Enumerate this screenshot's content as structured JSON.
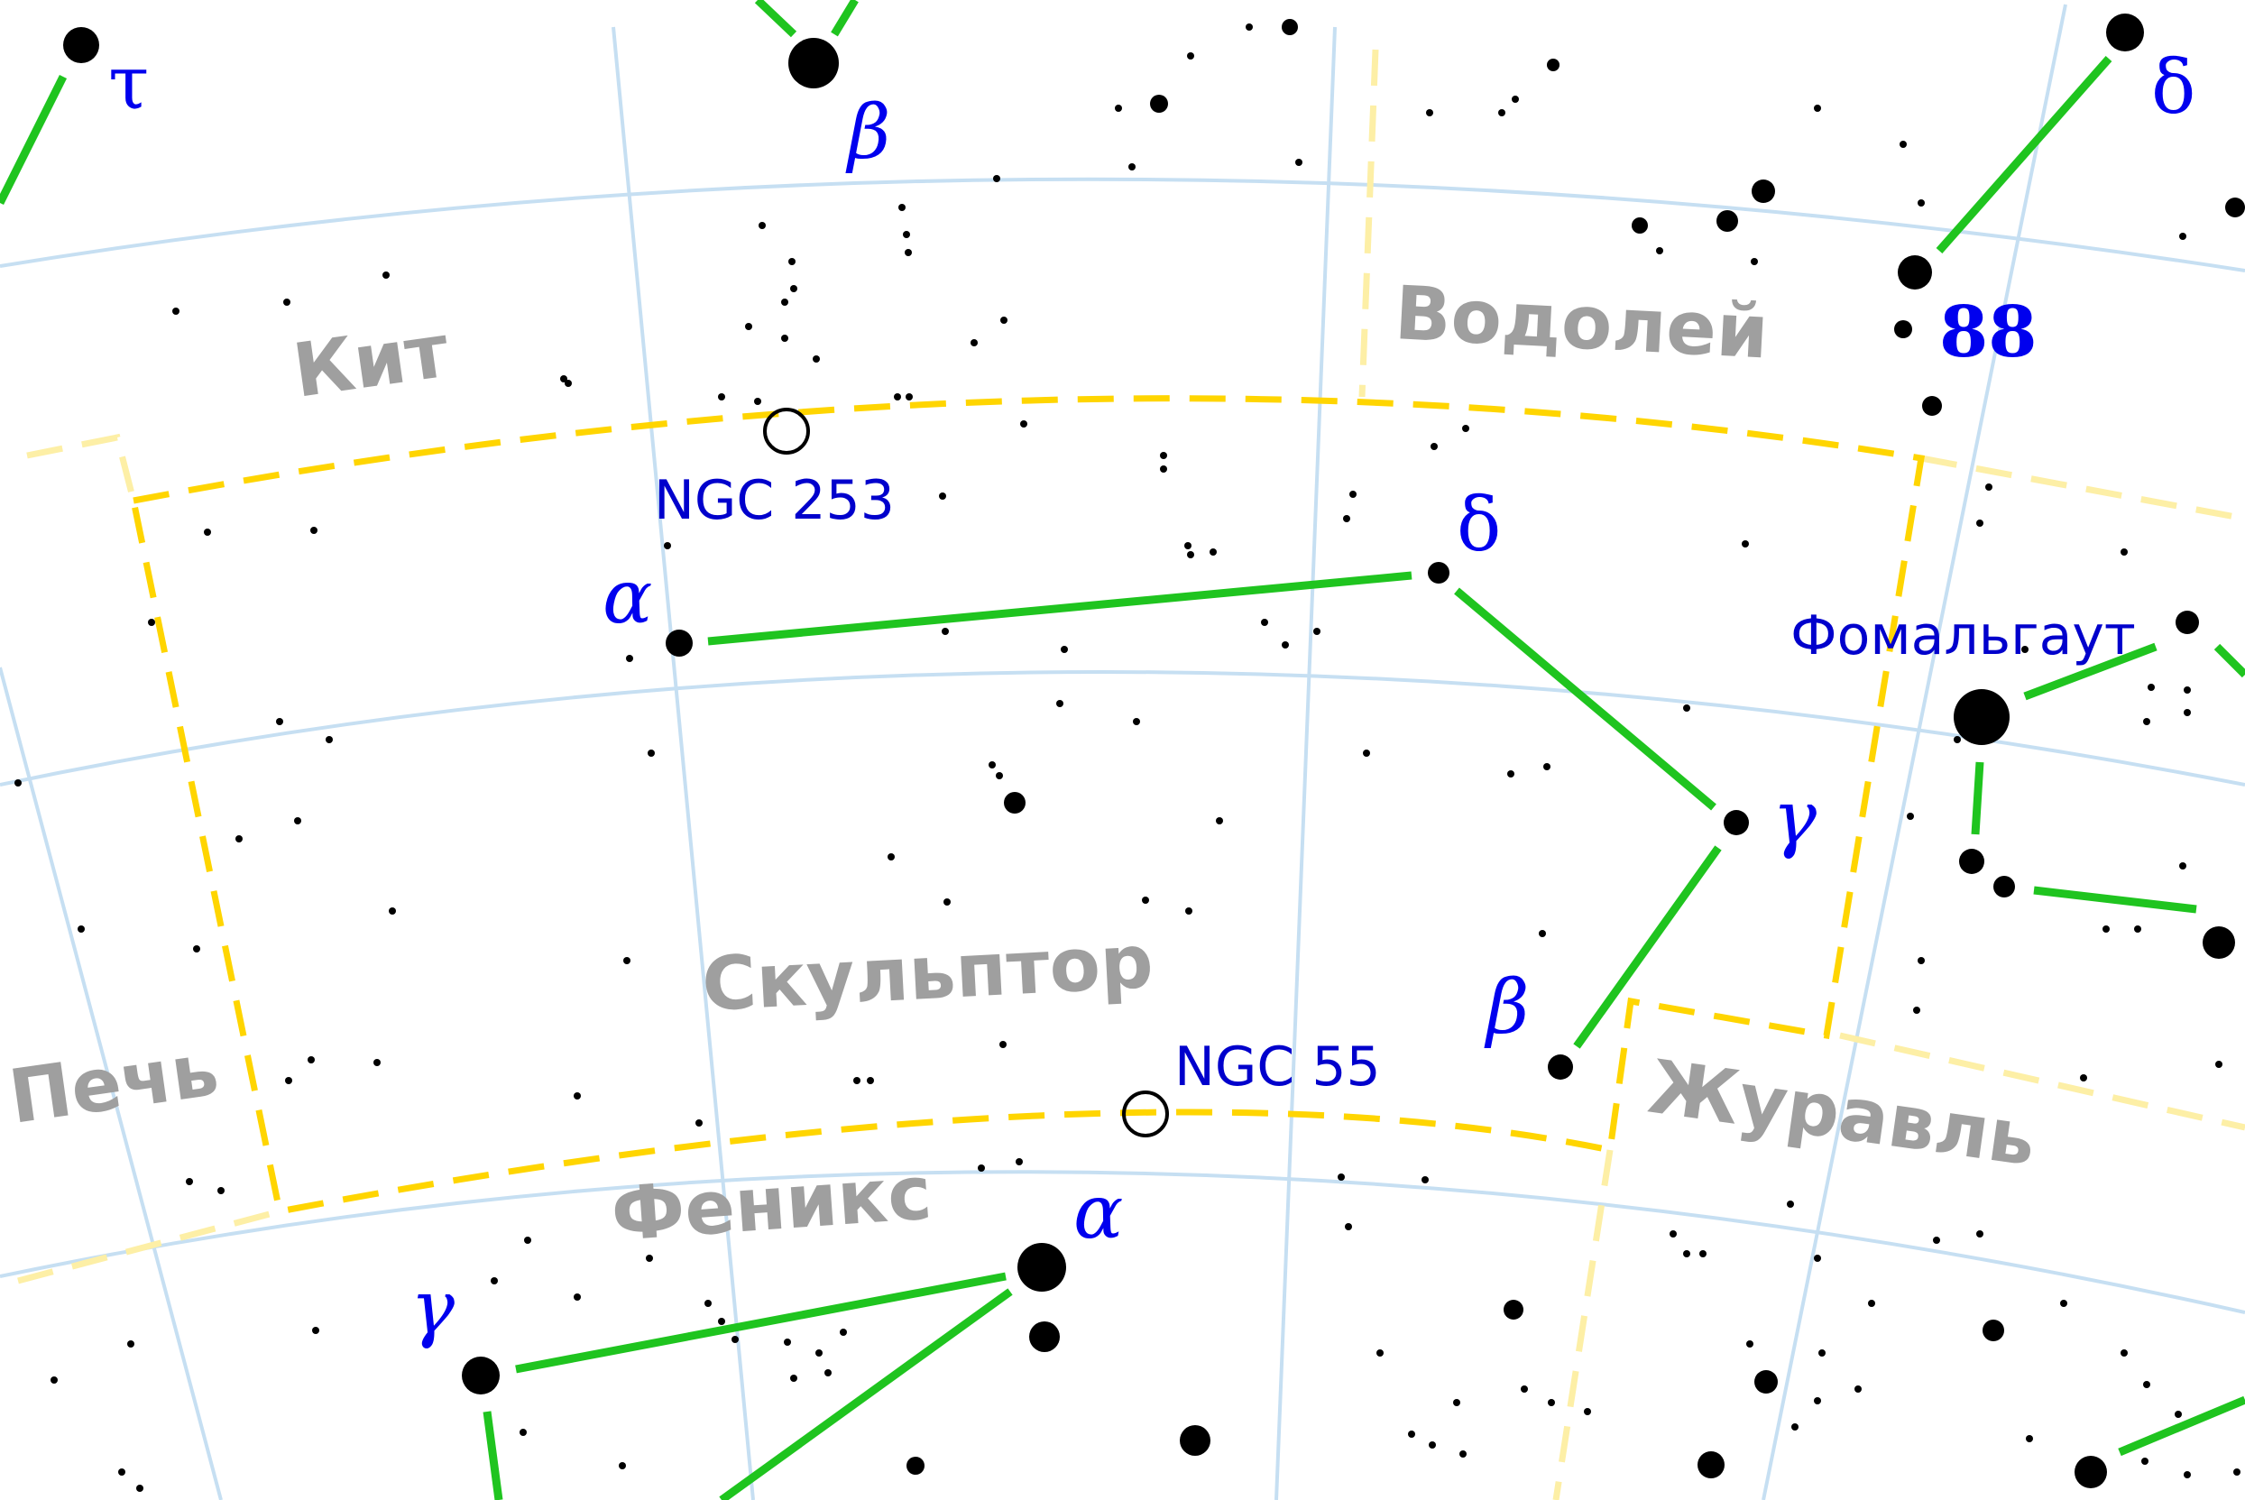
{
  "constellations": {
    "kit": "Кит",
    "vodoley": "Водолей",
    "skulptor": "Скульптор",
    "pech": "Печь",
    "feniks": "Феникс",
    "zhuravl": "Журавль"
  },
  "star_labels": {
    "tau": "τ",
    "beta_top": "β",
    "delta_aqr": "δ",
    "n88": "88",
    "alpha_scl": "α",
    "delta_scl": "δ",
    "gamma_scl": "γ",
    "beta_scl": "β",
    "fomalhaut": "Фомальгаут",
    "alpha_phe": "α",
    "gamma_phe": "γ"
  },
  "objects": {
    "ngc253": "NGC 253",
    "ngc55": "NGC 55"
  },
  "colors": {
    "background": "#ffffff",
    "grid": "#c6dff2",
    "boundary": "#ffd500",
    "boundary_neighbor": "#fdefa6",
    "stick_figure": "#1fc41f",
    "constellation_name": "#9f9f9f",
    "star_label": "#0000ee"
  }
}
